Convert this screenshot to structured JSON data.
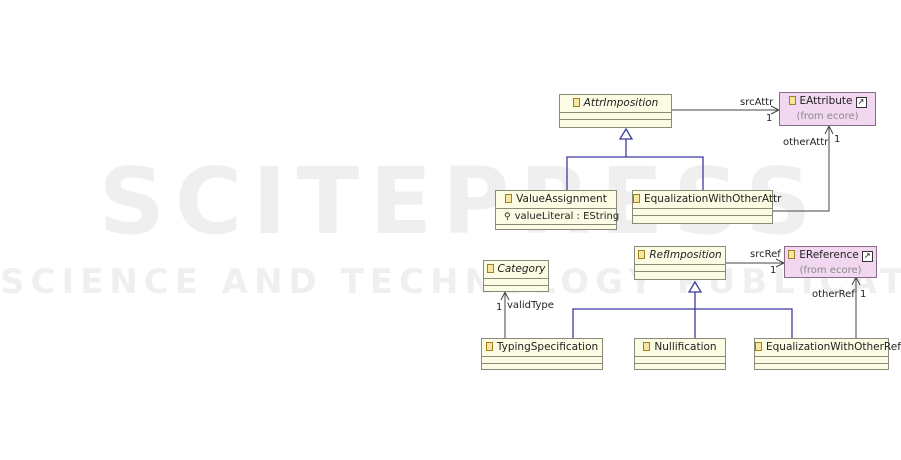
{
  "watermark": {
    "main": "SCITEPRESS",
    "sub": "SCIENCE AND TECHNOLOGY PUBLICATIONS"
  },
  "classes": {
    "attr_imposition": {
      "name": "AttrImposition"
    },
    "eattribute": {
      "name": "EAttribute",
      "origin": "(from ecore)"
    },
    "value_assignment": {
      "name": "ValueAssignment",
      "attribute": "valueLiteral : EString"
    },
    "equalization_attr": {
      "name": "EqualizationWithOtherAttr"
    },
    "category": {
      "name": "Category"
    },
    "ref_imposition": {
      "name": "RefImposition"
    },
    "ereference": {
      "name": "EReference",
      "origin": "(from ecore)"
    },
    "typing_specification": {
      "name": "TypingSpecification"
    },
    "nullification": {
      "name": "Nullification"
    },
    "equalization_ref": {
      "name": "EqualizationWithOtherRef"
    }
  },
  "associations": {
    "src_attr": {
      "role": "srcAttr",
      "multiplicity": "1"
    },
    "other_attr": {
      "role": "otherAttr",
      "multiplicity": "1"
    },
    "src_ref": {
      "role": "srcRef",
      "multiplicity": "1"
    },
    "other_ref": {
      "role": "otherRef",
      "multiplicity": "1"
    },
    "valid_type": {
      "role": "validType",
      "multiplicity": "1"
    }
  },
  "colors": {
    "inheritance": "#3a3aa0",
    "association": "#444444",
    "class_fill": "#fcfce4",
    "external_fill": "#f2d7f0"
  }
}
